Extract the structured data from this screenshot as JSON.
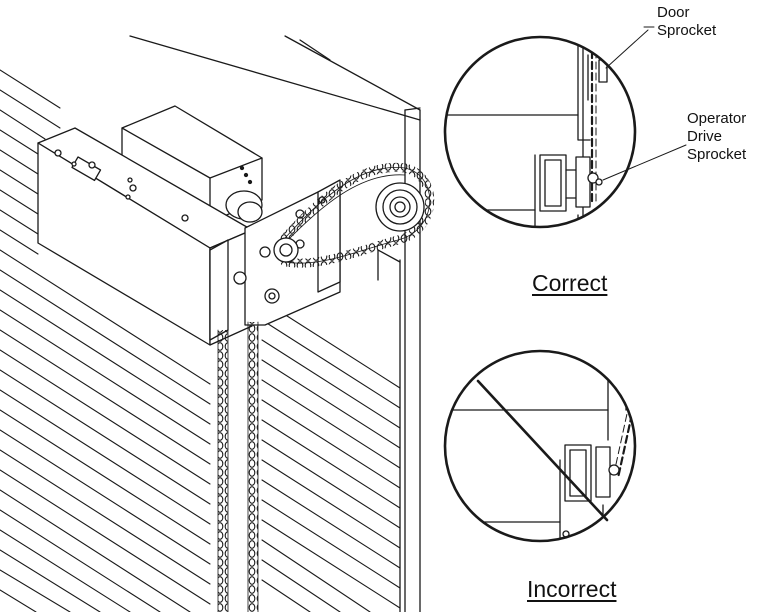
{
  "labels": {
    "door_sprocket_line1": "Door",
    "door_sprocket_line2": "Sprocket",
    "operator_line1": "Operator",
    "operator_line2": "Drive",
    "operator_line3": "Sprocket"
  },
  "captions": {
    "correct": "Correct",
    "incorrect": "Incorrect"
  },
  "icons": {
    "incorrect_marker": "diagonal-strike-through"
  },
  "colors": {
    "line": "#1a1a1a",
    "background": "#ffffff"
  }
}
